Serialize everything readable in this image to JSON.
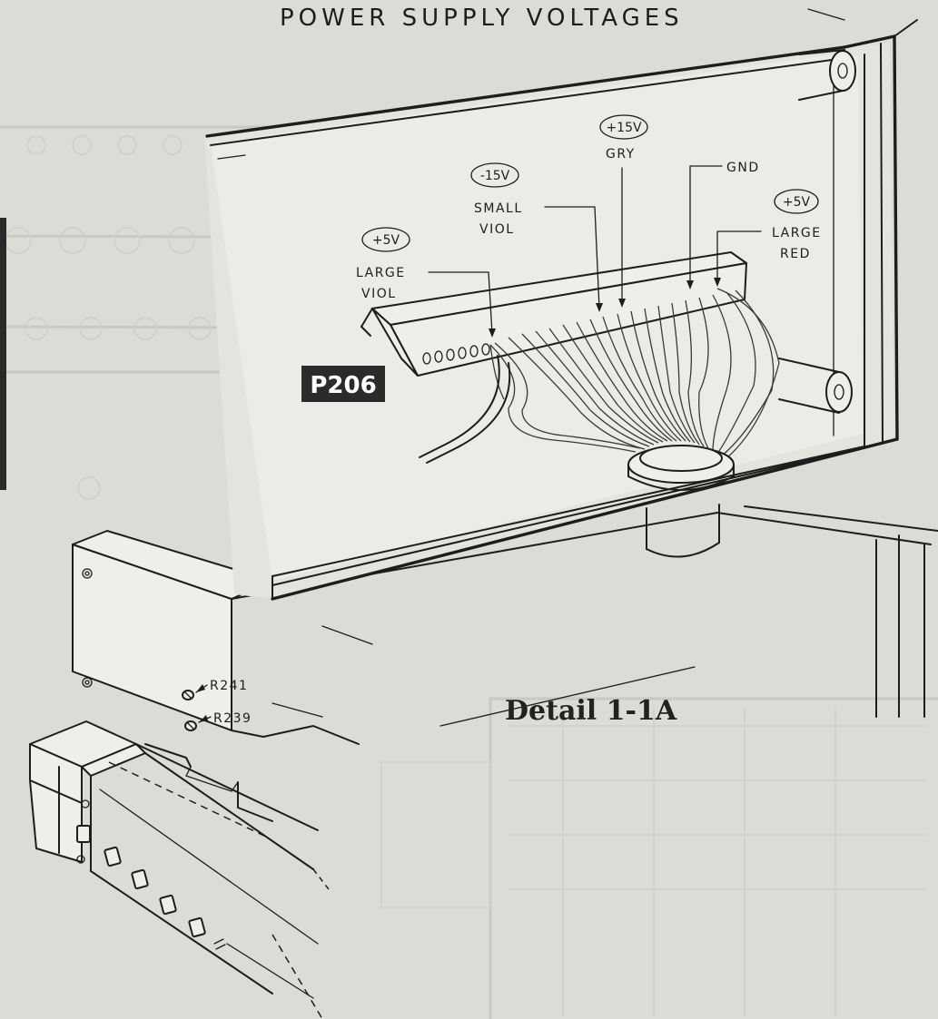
{
  "title": "POWER SUPPLY VOLTAGES",
  "caption": "Detail 1-1A",
  "connector_label": "P206",
  "wire_labels": [
    {
      "voltage": "+5V",
      "line1": "LARGE",
      "line2": "VIOL"
    },
    {
      "voltage": "-15V",
      "line1": "SMALL",
      "line2": "VIOL"
    },
    {
      "voltage": "+15V",
      "line1": "GRY",
      "line2": ""
    },
    {
      "voltage": "",
      "line1": "GND",
      "line2": ""
    },
    {
      "voltage": "+5V",
      "line1": "LARGE",
      "line2": "RED"
    }
  ],
  "components": [
    {
      "ref": "R241"
    },
    {
      "ref": "R239"
    }
  ],
  "colors": {
    "paper": "#dcdcd6",
    "ink": "#1d1d1d",
    "badge": "#2b2b2b"
  }
}
